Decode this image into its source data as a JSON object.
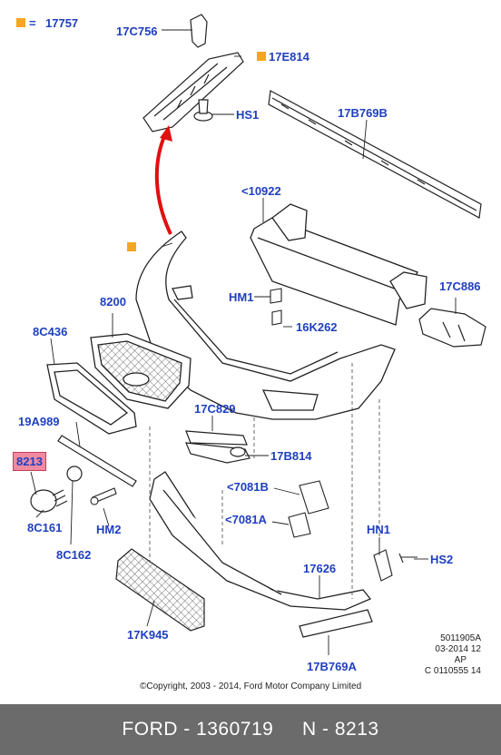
{
  "legend": {
    "code": "17757",
    "symbol": "=",
    "marker_color": "#f5a623"
  },
  "labels": {
    "p17C756": "17C756",
    "p17E814": "17E814",
    "pHS1": "HS1",
    "p17B769B": "17B769B",
    "p10922": "<10922",
    "pHM1": "HM1",
    "p8200": "8200",
    "p16K262": "16K262",
    "p17C886": "17C886",
    "p8C436": "8C436",
    "p17C829": "17C829",
    "p19A989": "19A989",
    "p17B814": "17B814",
    "p8213": "8213",
    "p7081B": "<7081B",
    "p7081A": "<7081A",
    "pHN1": "HN1",
    "pHS2": "HS2",
    "p8C161": "8C161",
    "pHM2": "HM2",
    "p8C162": "8C162",
    "p17626": "17626",
    "p17K945": "17K945",
    "p17B769A": "17B769A"
  },
  "meta": {
    "line1": "5011905A",
    "line2": "03-2014 12",
    "line3": "AP",
    "line4": "C 0110555 14"
  },
  "copyright": "©Copyright, 2003 - 2014, Ford Motor Company Limited",
  "footer": {
    "text": "FORD - 1360719     N - 8213"
  },
  "colors": {
    "label": "#1f3fbf",
    "highlight": "#f08aa0",
    "arrow": "#e01010",
    "footer_bg": "#6b6b6b"
  }
}
